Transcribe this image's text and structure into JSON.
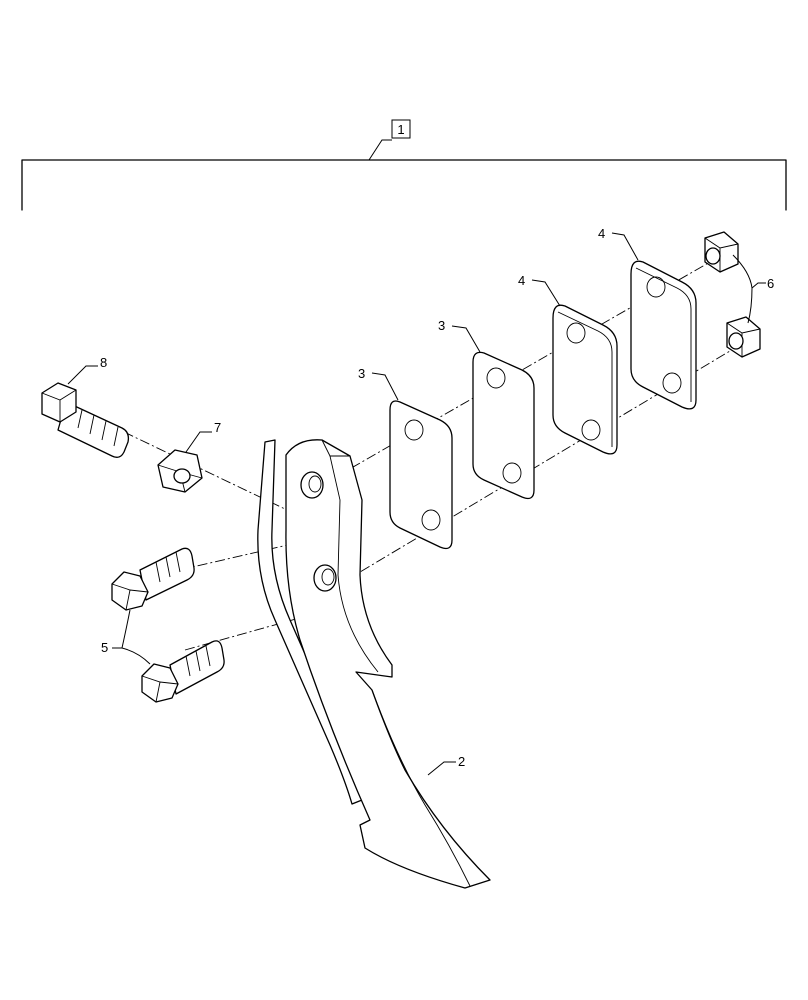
{
  "callouts": {
    "assembly": "1",
    "shank": "2",
    "shim_a": "3",
    "shim_b": "3",
    "plate_a": "4",
    "plate_b": "4",
    "bolts": "5",
    "nuts": "6",
    "nut_small": "7",
    "bolt_square": "8"
  }
}
